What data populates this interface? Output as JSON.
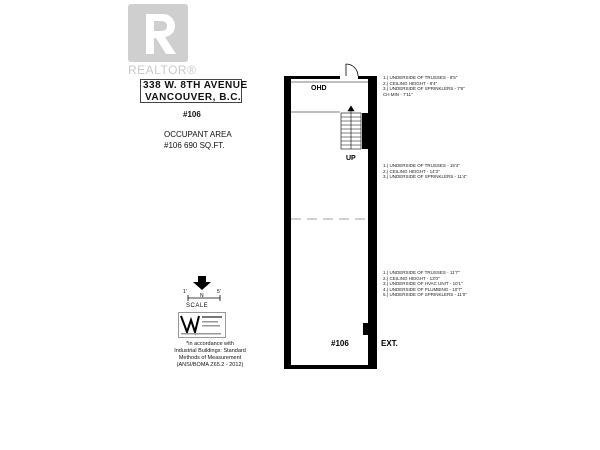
{
  "branding": {
    "logo_text": "REALTOR®"
  },
  "title": {
    "address_line1": "338 W. 8TH AVENUE",
    "address_line2": "VANCOUVER, B.C.",
    "unit": "#106"
  },
  "occupant": {
    "heading": "OCCUPANT AREA",
    "area": "#106   690 SQ.FT."
  },
  "plan": {
    "door_label": "OHD",
    "stairs_label": "UP",
    "unit_label": "#106",
    "exit_label": "EXT."
  },
  "notes": {
    "top": [
      "1.) UNDERSIDE OF TRUSSES - 8'5\"",
      "2.) CEILING HEIGHT - 8'4\"",
      "3.) UNDERSIDE OF SPRINKLERS - 7'6\"",
      "CH MIN - 7'11\""
    ],
    "middle": [
      "1.) UNDERSIDE OF TRUSSES - 15'4\"",
      "2.) CEILING HEIGHT - 14'3\"",
      "3.) UNDERSIDE OF SPRINKLERS - 11'4\""
    ],
    "bottom": [
      "1.) UNDERSIDE OF TRUSSES - 11'7\"",
      "2.) CEILING HEIGHT - 13'0\"",
      "3.) UNDERSIDE OF HVAC UNIT - 10'1\"",
      "4.) UNDERSIDE OF PLUMBING - 10'7\"",
      "5.) UNDERSIDE OF SPRINKLERS - 11'0\""
    ]
  },
  "scale": {
    "north": "N",
    "left_tick": "1'",
    "right_tick": "5'",
    "label": "SCALE"
  },
  "accordance": {
    "line1": "*in accordance with",
    "line2": "Industrial Buildings: Standard",
    "line3": "Methods of Measurement",
    "line4": "(ANSI/BOMA Z65.2 - 2012)"
  },
  "colors": {
    "logo": "#cfcfcf",
    "ink": "#111111",
    "wall": "#000000"
  }
}
